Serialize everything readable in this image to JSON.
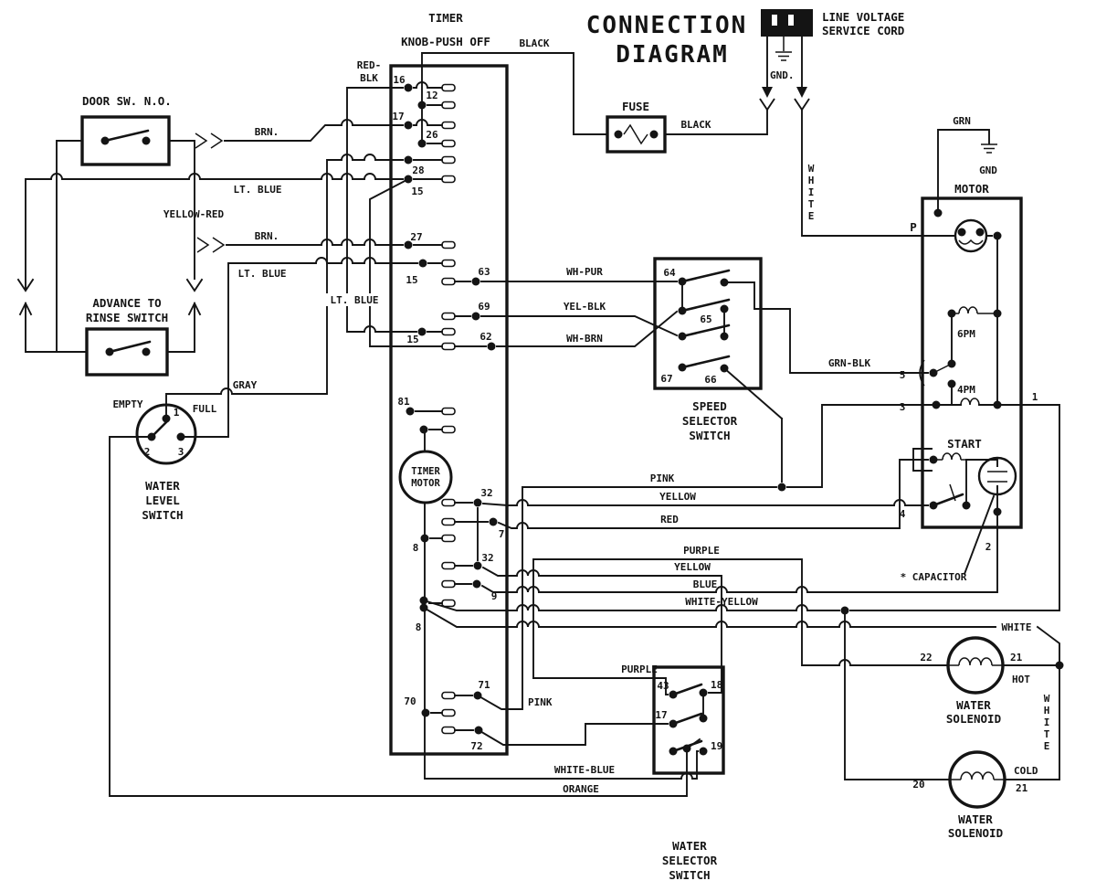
{
  "colors": {
    "ink": "#141414",
    "background": "#ffffff"
  },
  "text": {
    "title1": "CONNECTION",
    "title2": "DIAGRAM",
    "timer_name1": "TIMER",
    "timer_name2": "KNOB-PUSH OFF",
    "black1": "BLACK",
    "black2": "BLACK",
    "fuse": "FUSE",
    "line_voltage1": "LINE VOLTAGE",
    "line_voltage2": "SERVICE CORD",
    "gnd_cord": "GND.",
    "white_v1": "WHITE",
    "grn": "GRN",
    "gnd_motor": "GND",
    "motor": "MOTOR",
    "p": "P",
    "door": "DOOR SW. N.O.",
    "brn1": "BRN.",
    "brn2": "BRN.",
    "lt_blue1": "LT. BLUE",
    "lt_blue2": "LT. BLUE",
    "lt_blue3": "LT. BLUE",
    "yellow_red": "YELLOW-RED",
    "advance1": "ADVANCE TO",
    "advance2": "RINSE SWITCH",
    "gray": "GRAY",
    "empty": "EMPTY",
    "full": "FULL",
    "wls_1": "1",
    "wls_2": "2",
    "wls_3": "3",
    "wls_name1": "WATER",
    "wls_name2": "LEVEL",
    "wls_name3": "SWITCH",
    "red_blk1": "RED-",
    "red_blk2": "BLK",
    "t16": "16",
    "t12": "12",
    "t17": "17",
    "t26": "26",
    "t28": "28",
    "t15a": "15",
    "t27": "27",
    "t15b": "15",
    "t63": "63",
    "t69": "69",
    "t62": "62",
    "t15c": "15",
    "t81": "81",
    "t8a": "8",
    "t32a": "32",
    "t7": "7",
    "t32b": "32",
    "t9": "9",
    "t8b": "8",
    "t70": "70",
    "t71": "71",
    "t72": "72",
    "timer_motor1": "TIMER",
    "timer_motor2": "MOTOR",
    "wh_pur": "WH-PUR",
    "yel_blk": "YEL-BLK",
    "wh_brn": "WH-BRN",
    "ss64": "64",
    "ss65": "65",
    "ss66": "66",
    "ss67": "67",
    "ss_name1": "SPEED",
    "ss_name2": "SELECTOR",
    "ss_name3": "SWITCH",
    "grn_blk": "GRN-BLK",
    "m5": "5",
    "m3": "3",
    "m1": "1",
    "m4": "4",
    "m2": "2",
    "pm6": "6PM",
    "pm4": "4PM",
    "start": "START",
    "pink1": "PINK",
    "pink2": "PINK",
    "yellow1": "YELLOW",
    "yellow2": "YELLOW",
    "red": "RED",
    "purple1": "PURPLE",
    "purple2": "PURPLE",
    "blue": "BLUE",
    "white_yellow": "WHITE-YELLOW",
    "white_h": "WHITE",
    "white_v2": "WHITE",
    "capacitor": "* CAPACITOR",
    "ws43": "43",
    "ws18": "18",
    "ws17": "17",
    "ws19": "19",
    "ws_name1": "WATER",
    "ws_name2": "SELECTOR",
    "ws_name3": "SWITCH",
    "white_blue": "WHITE-BLUE",
    "orange": "ORANGE",
    "sol22": "22",
    "sol21h": "21",
    "hot": "HOT",
    "sol_hot1": "WATER",
    "sol_hot2": "SOLENOID",
    "sol20": "20",
    "sol21c": "21",
    "cold": "COLD",
    "sol_cold1": "WATER",
    "sol_cold2": "SOLENOID"
  }
}
